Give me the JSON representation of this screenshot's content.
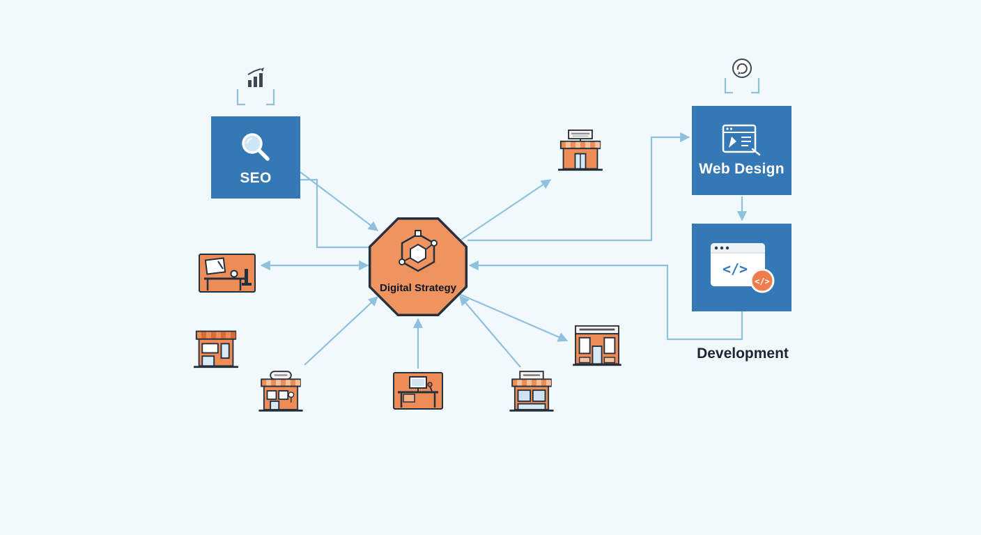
{
  "nodes": {
    "seo": {
      "label": "SEO"
    },
    "digital_strategy": {
      "label": "Digital Strategy"
    },
    "web_design": {
      "label": "Web Design"
    },
    "development": {
      "label": "Development",
      "code_glyph": "</>",
      "badge_glyph": "</>"
    }
  },
  "colors": {
    "background": "#f2f9fc",
    "node_blue": "#3478b6",
    "node_orange": "#f0945f",
    "icon_orange": "#ee8c57",
    "connector": "#8fc0dc",
    "outline": "#25303e"
  }
}
